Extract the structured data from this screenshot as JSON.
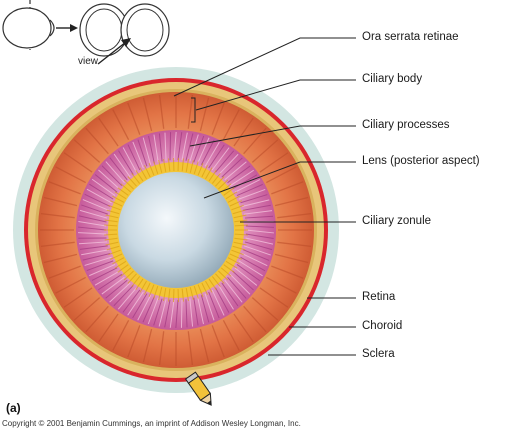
{
  "figure": {
    "panel_letter": "(a)",
    "copyright": "Copyright © 2001 Benjamin Cummings, an imprint of Addison Wesley Longman, Inc."
  },
  "inset": {
    "view_label": "view"
  },
  "labels": [
    "Ora serrata retinae",
    "Ciliary body",
    "Ciliary processes",
    "Lens (posterior aspect)",
    "Ciliary zonule",
    "Retina",
    "Choroid",
    "Sclera"
  ],
  "colors": {
    "sclera": "#cfe3df",
    "choroid": "#d8232a",
    "retina": "#e9c87a",
    "ciliary_body": "#e07a45",
    "ciliary_processes": "#d06aa8",
    "zonule": "#f2c230",
    "lens": "#cfdfe9",
    "leader": "#222222"
  }
}
